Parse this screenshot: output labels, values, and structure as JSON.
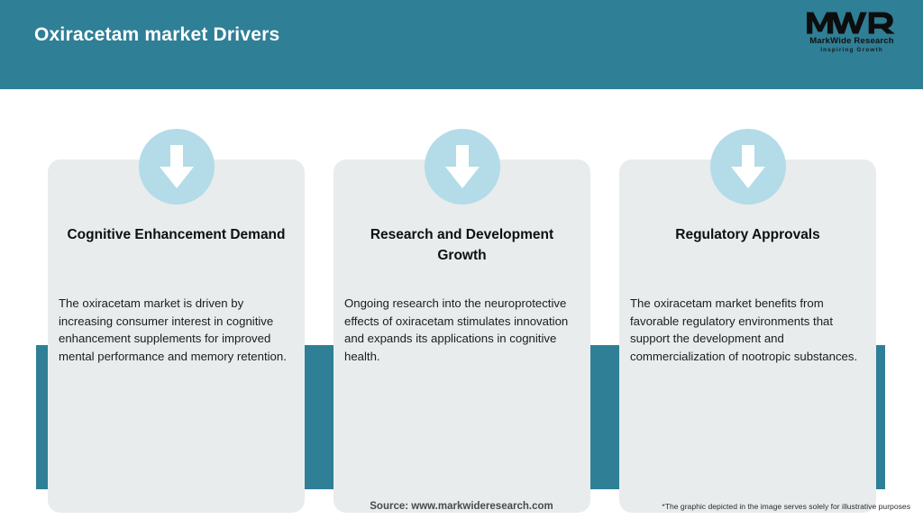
{
  "header": {
    "title": "Oxiracetam market Drivers",
    "background_color": "#2f7f96"
  },
  "logo": {
    "mark": "MWR",
    "name": "MarkWide Research",
    "tagline": "Inspiring Growth"
  },
  "theme": {
    "teal": "#2f7f96",
    "card_background": "#e8eced",
    "icon_circle": "#b4dbe8",
    "arrow": "#ffffff"
  },
  "cards": [
    {
      "icon": "arrow-down-icon",
      "title": "Cognitive Enhancement Demand",
      "text": "The oxiracetam market is driven by increasing consumer interest in cognitive enhancement supplements for improved mental performance and memory retention."
    },
    {
      "icon": "arrow-down-icon",
      "title": "Research and Development Growth",
      "text": "Ongoing research into the neuroprotective effects of oxiracetam stimulates innovation and expands its applications in cognitive health."
    },
    {
      "icon": "arrow-down-icon",
      "title": "Regulatory Approvals",
      "text": "The oxiracetam market benefits from favorable regulatory environments that support the development and commercialization of nootropic substances."
    }
  ],
  "footer": {
    "source": "Source: www.markwideresearch.com",
    "disclaimer": "*The graphic depicted in the image serves solely for illustrative purposes"
  }
}
